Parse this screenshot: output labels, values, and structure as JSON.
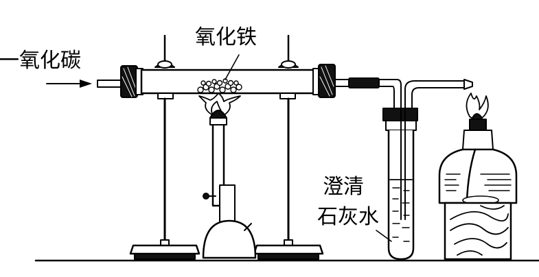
{
  "labels": {
    "carbon_monoxide": "一氧化碳",
    "iron_oxide": "氧化铁",
    "limewater_line1": "澄清",
    "limewater_line2": "石灰水"
  },
  "colors": {
    "ink": "#000000",
    "paper": "#ffffff"
  },
  "icons": {
    "flow_arrow": "arrow-right-icon",
    "flame": "flame-icon"
  }
}
